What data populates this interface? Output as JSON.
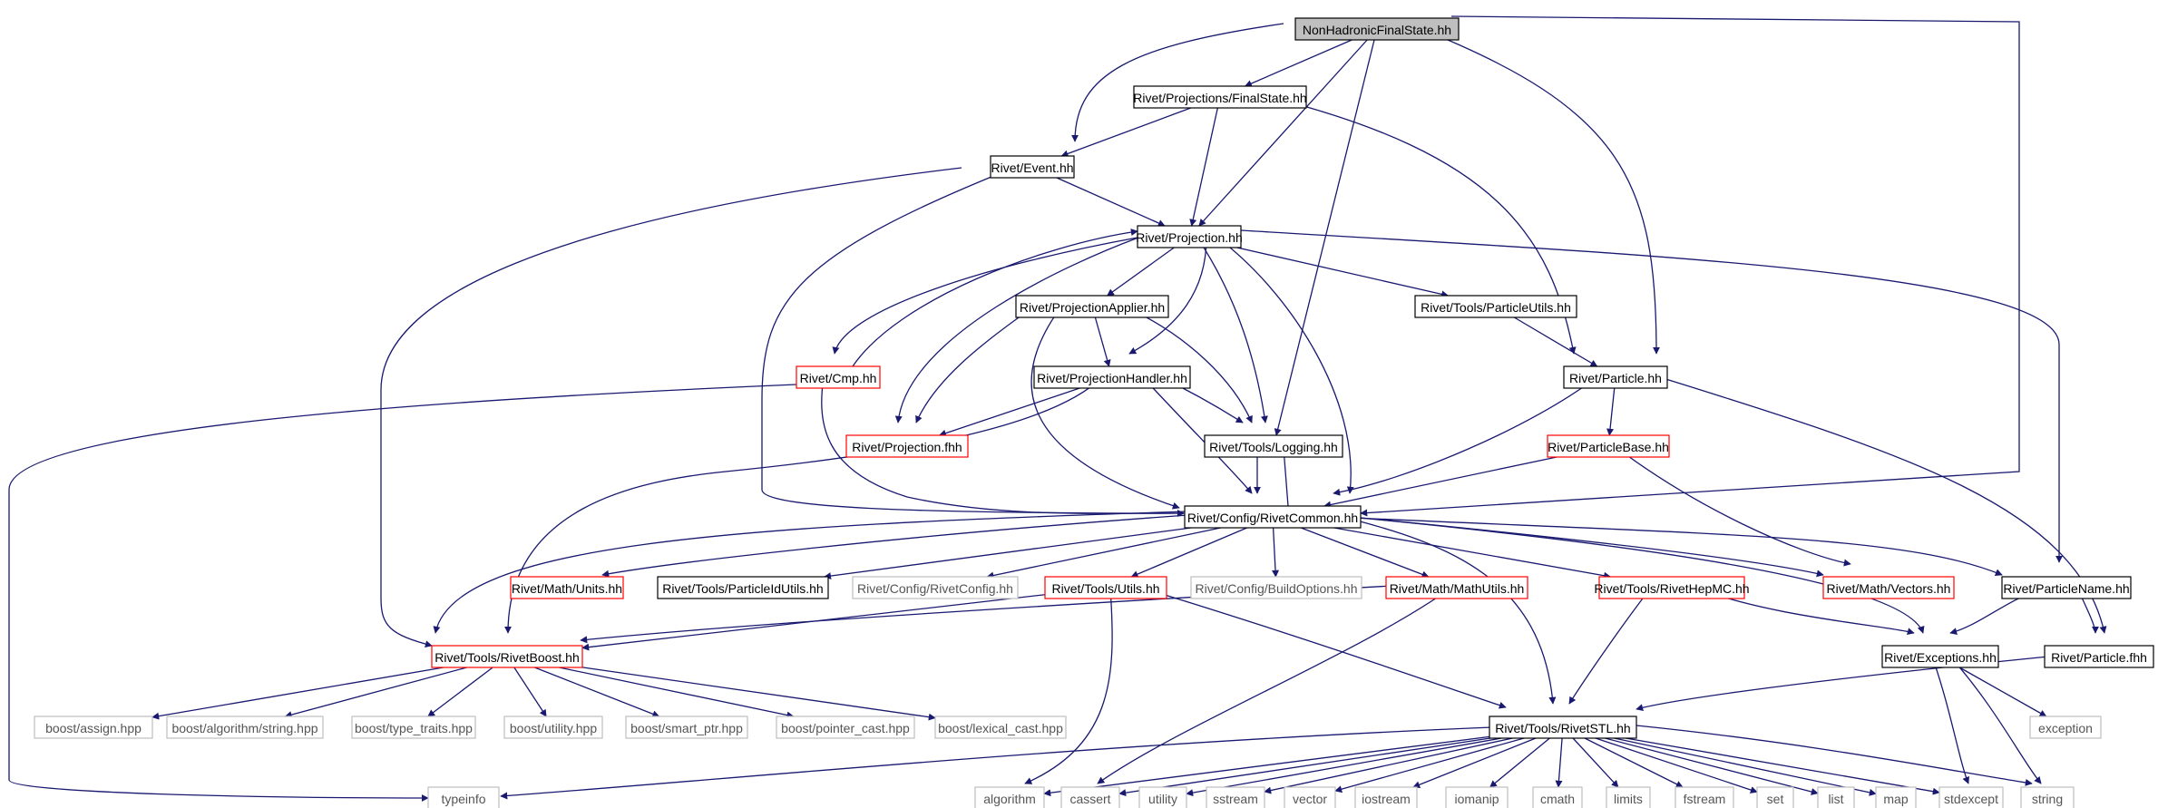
{
  "colors": {
    "edge": "#191970",
    "text_dark": "#000000",
    "text_light": "#555555",
    "border_black": "#000000",
    "border_red": "#ff0000",
    "border_gray": "#bfbfbf",
    "fill_root": "#bfbfbf",
    "fill_default": "#ffffff"
  },
  "nodes": [
    {
      "id": "nhfs",
      "label": "NonHadronicFinalState.hh",
      "style": "root"
    },
    {
      "id": "fs",
      "label": "Rivet/Projections/FinalState.hh",
      "style": "black"
    },
    {
      "id": "event",
      "label": "Rivet/Event.hh",
      "style": "black"
    },
    {
      "id": "proj",
      "label": "Rivet/Projection.hh",
      "style": "black"
    },
    {
      "id": "papplier",
      "label": "Rivet/ProjectionApplier.hh",
      "style": "black"
    },
    {
      "id": "putils",
      "label": "Rivet/Tools/ParticleUtils.hh",
      "style": "black"
    },
    {
      "id": "cmp",
      "label": "Rivet/Cmp.hh",
      "style": "red"
    },
    {
      "id": "phandler",
      "label": "Rivet/ProjectionHandler.hh",
      "style": "black"
    },
    {
      "id": "particle",
      "label": "Rivet/Particle.hh",
      "style": "black"
    },
    {
      "id": "projfhh",
      "label": "Rivet/Projection.fhh",
      "style": "red"
    },
    {
      "id": "logging",
      "label": "Rivet/Tools/Logging.hh",
      "style": "black"
    },
    {
      "id": "pbase",
      "label": "Rivet/ParticleBase.hh",
      "style": "red"
    },
    {
      "id": "common",
      "label": "Rivet/Config/RivetCommon.hh",
      "style": "black"
    },
    {
      "id": "units",
      "label": "Rivet/Math/Units.hh",
      "style": "red"
    },
    {
      "id": "pidutils",
      "label": "Rivet/Tools/ParticleIdUtils.hh",
      "style": "black"
    },
    {
      "id": "rconfig",
      "label": "Rivet/Config/RivetConfig.hh",
      "style": "gray"
    },
    {
      "id": "tutils",
      "label": "Rivet/Tools/Utils.hh",
      "style": "red"
    },
    {
      "id": "bopts",
      "label": "Rivet/Config/BuildOptions.hh",
      "style": "gray"
    },
    {
      "id": "mathutils",
      "label": "Rivet/Math/MathUtils.hh",
      "style": "red"
    },
    {
      "id": "hepmc",
      "label": "Rivet/Tools/RivetHepMC.hh",
      "style": "red"
    },
    {
      "id": "vectors",
      "label": "Rivet/Math/Vectors.hh",
      "style": "red"
    },
    {
      "id": "pname",
      "label": "Rivet/ParticleName.hh",
      "style": "black"
    },
    {
      "id": "rboost",
      "label": "Rivet/Tools/RivetBoost.hh",
      "style": "red"
    },
    {
      "id": "exceptions",
      "label": "Rivet/Exceptions.hh",
      "style": "black"
    },
    {
      "id": "pfhh",
      "label": "Rivet/Particle.fhh",
      "style": "black"
    },
    {
      "id": "bassign",
      "label": "boost/assign.hpp",
      "style": "gray"
    },
    {
      "id": "bstring",
      "label": "boost/algorithm/string.hpp",
      "style": "gray"
    },
    {
      "id": "btypetraits",
      "label": "boost/type_traits.hpp",
      "style": "gray"
    },
    {
      "id": "butility",
      "label": "boost/utility.hpp",
      "style": "gray"
    },
    {
      "id": "bsmartptr",
      "label": "boost/smart_ptr.hpp",
      "style": "gray"
    },
    {
      "id": "bptrcast",
      "label": "boost/pointer_cast.hpp",
      "style": "gray"
    },
    {
      "id": "blexcast",
      "label": "boost/lexical_cast.hpp",
      "style": "gray"
    },
    {
      "id": "stl",
      "label": "Rivet/Tools/RivetSTL.hh",
      "style": "black"
    },
    {
      "id": "exception",
      "label": "exception",
      "style": "gray"
    },
    {
      "id": "typeinfo",
      "label": "typeinfo",
      "style": "gray"
    },
    {
      "id": "algorithm",
      "label": "algorithm",
      "style": "gray"
    },
    {
      "id": "cassert",
      "label": "cassert",
      "style": "gray"
    },
    {
      "id": "utility",
      "label": "utility",
      "style": "gray"
    },
    {
      "id": "sstream",
      "label": "sstream",
      "style": "gray"
    },
    {
      "id": "vector",
      "label": "vector",
      "style": "gray"
    },
    {
      "id": "iostream",
      "label": "iostream",
      "style": "gray"
    },
    {
      "id": "iomanip",
      "label": "iomanip",
      "style": "gray"
    },
    {
      "id": "cmath",
      "label": "cmath",
      "style": "gray"
    },
    {
      "id": "limits",
      "label": "limits",
      "style": "gray"
    },
    {
      "id": "fstream",
      "label": "fstream",
      "style": "gray"
    },
    {
      "id": "set",
      "label": "set",
      "style": "gray"
    },
    {
      "id": "list",
      "label": "list",
      "style": "gray"
    },
    {
      "id": "map",
      "label": "map",
      "style": "gray"
    },
    {
      "id": "stdexcept",
      "label": "stdexcept",
      "style": "gray"
    },
    {
      "id": "string",
      "label": "string",
      "style": "gray"
    }
  ],
  "edges": [
    [
      "nhfs",
      "fs"
    ],
    [
      "nhfs",
      "event"
    ],
    [
      "nhfs",
      "proj"
    ],
    [
      "nhfs",
      "logging"
    ],
    [
      "nhfs",
      "particle"
    ],
    [
      "nhfs",
      "common"
    ],
    [
      "fs",
      "event"
    ],
    [
      "fs",
      "proj"
    ],
    [
      "fs",
      "particle"
    ],
    [
      "event",
      "proj"
    ],
    [
      "event",
      "common"
    ],
    [
      "event",
      "rboost"
    ],
    [
      "proj",
      "papplier"
    ],
    [
      "proj",
      "putils"
    ],
    [
      "proj",
      "cmp"
    ],
    [
      "proj",
      "phandler"
    ],
    [
      "proj",
      "projfhh"
    ],
    [
      "proj",
      "logging"
    ],
    [
      "proj",
      "common"
    ],
    [
      "proj",
      "pname"
    ],
    [
      "cmp",
      "proj"
    ],
    [
      "cmp",
      "common"
    ],
    [
      "cmp",
      "typeinfo"
    ],
    [
      "papplier",
      "phandler"
    ],
    [
      "papplier",
      "projfhh"
    ],
    [
      "papplier",
      "logging"
    ],
    [
      "papplier",
      "common"
    ],
    [
      "putils",
      "particle"
    ],
    [
      "phandler",
      "projfhh"
    ],
    [
      "phandler",
      "logging"
    ],
    [
      "phandler",
      "common"
    ],
    [
      "phandler",
      "rboost"
    ],
    [
      "particle",
      "pbase"
    ],
    [
      "particle",
      "common"
    ],
    [
      "particle",
      "pfhh"
    ],
    [
      "logging",
      "common"
    ],
    [
      "common",
      "logging"
    ],
    [
      "pbase",
      "common"
    ],
    [
      "pbase",
      "vectors"
    ],
    [
      "common",
      "units"
    ],
    [
      "common",
      "pidutils"
    ],
    [
      "common",
      "rconfig"
    ],
    [
      "common",
      "tutils"
    ],
    [
      "common",
      "bopts"
    ],
    [
      "common",
      "mathutils"
    ],
    [
      "common",
      "hepmc"
    ],
    [
      "common",
      "vectors"
    ],
    [
      "common",
      "pname"
    ],
    [
      "common",
      "rboost"
    ],
    [
      "common",
      "exceptions"
    ],
    [
      "common",
      "stl"
    ],
    [
      "tutils",
      "rboost"
    ],
    [
      "tutils",
      "stl"
    ],
    [
      "tutils",
      "algorithm"
    ],
    [
      "mathutils",
      "rboost"
    ],
    [
      "mathutils",
      "cassert"
    ],
    [
      "hepmc",
      "exceptions"
    ],
    [
      "hepmc",
      "stl"
    ],
    [
      "pname",
      "exceptions"
    ],
    [
      "pname",
      "pfhh"
    ],
    [
      "rboost",
      "bassign"
    ],
    [
      "rboost",
      "bstring"
    ],
    [
      "rboost",
      "btypetraits"
    ],
    [
      "rboost",
      "butility"
    ],
    [
      "rboost",
      "bsmartptr"
    ],
    [
      "rboost",
      "bptrcast"
    ],
    [
      "rboost",
      "blexcast"
    ],
    [
      "exceptions",
      "exception"
    ],
    [
      "exceptions",
      "stdexcept"
    ],
    [
      "exceptions",
      "string"
    ],
    [
      "pfhh",
      "stl"
    ],
    [
      "stl",
      "typeinfo"
    ],
    [
      "stl",
      "algorithm"
    ],
    [
      "stl",
      "cassert"
    ],
    [
      "stl",
      "utility"
    ],
    [
      "stl",
      "sstream"
    ],
    [
      "stl",
      "vector"
    ],
    [
      "stl",
      "iostream"
    ],
    [
      "stl",
      "iomanip"
    ],
    [
      "stl",
      "cmath"
    ],
    [
      "stl",
      "limits"
    ],
    [
      "stl",
      "fstream"
    ],
    [
      "stl",
      "set"
    ],
    [
      "stl",
      "list"
    ],
    [
      "stl",
      "map"
    ],
    [
      "stl",
      "stdexcept"
    ],
    [
      "stl",
      "string"
    ]
  ]
}
